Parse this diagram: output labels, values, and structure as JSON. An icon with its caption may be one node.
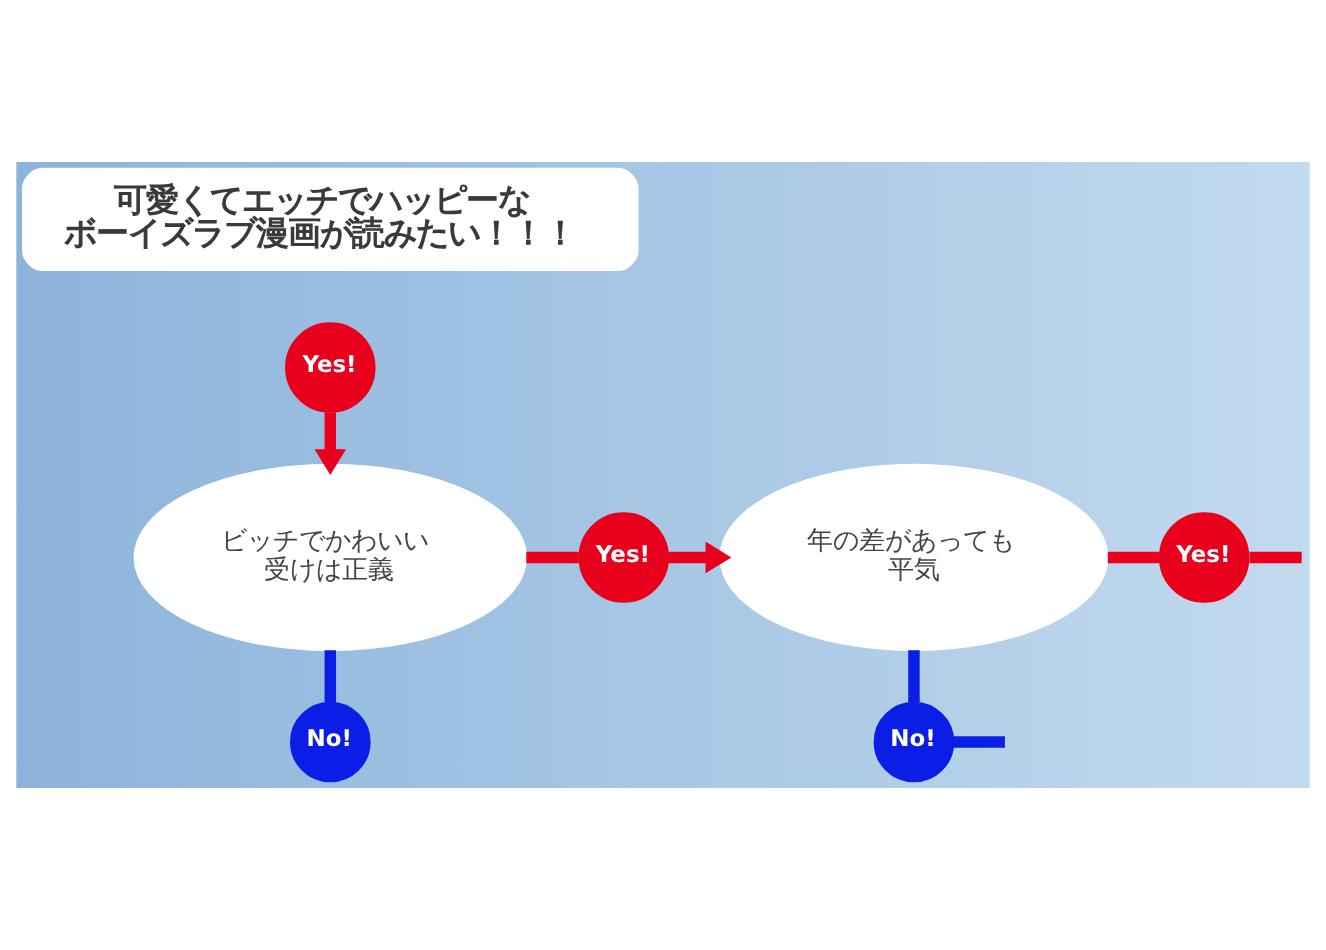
{
  "diagram": {
    "nodes": [
      {
        "text": [
          "可愛くてエッチでハッピーなボーイズラブ漫画が読みたい！！！"
        ]
      },
      {
        "text": [
          "Yes!"
        ]
      },
      {
        "text": [
          "ビッチでかわいい受けは正義"
        ]
      },
      {
        "text": [
          "Yes!"
        ]
      },
      {
        "text": [
          "年の差があっても平気"
        ]
      },
      {
        "text": [
          "Yes!"
        ]
      },
      {
        "text": [
          "No!"
        ]
      },
      {
        "text": [
          "No!"
        ]
      }
    ],
    "edges": [
      {
        "from": 1,
        "to": 2,
        "arrow": "to"
      },
      {
        "from": 2,
        "to": 3,
        "arrow": "none"
      },
      {
        "from": 3,
        "to": 4,
        "arrow": "to"
      },
      {
        "from": 4,
        "to": 5,
        "arrow": "none"
      },
      {
        "from": 5,
        "to": null,
        "arrow": "none"
      },
      {
        "from": 2,
        "to": 6,
        "arrow": "none",
        "color": "#0a1ee6"
      },
      {
        "from": 4,
        "to": 7,
        "arrow": "none",
        "color": "#0a1ee6"
      },
      {
        "from": 7,
        "to": null,
        "arrow": "none",
        "color": "#0a1ee6"
      }
    ]
  }
}
